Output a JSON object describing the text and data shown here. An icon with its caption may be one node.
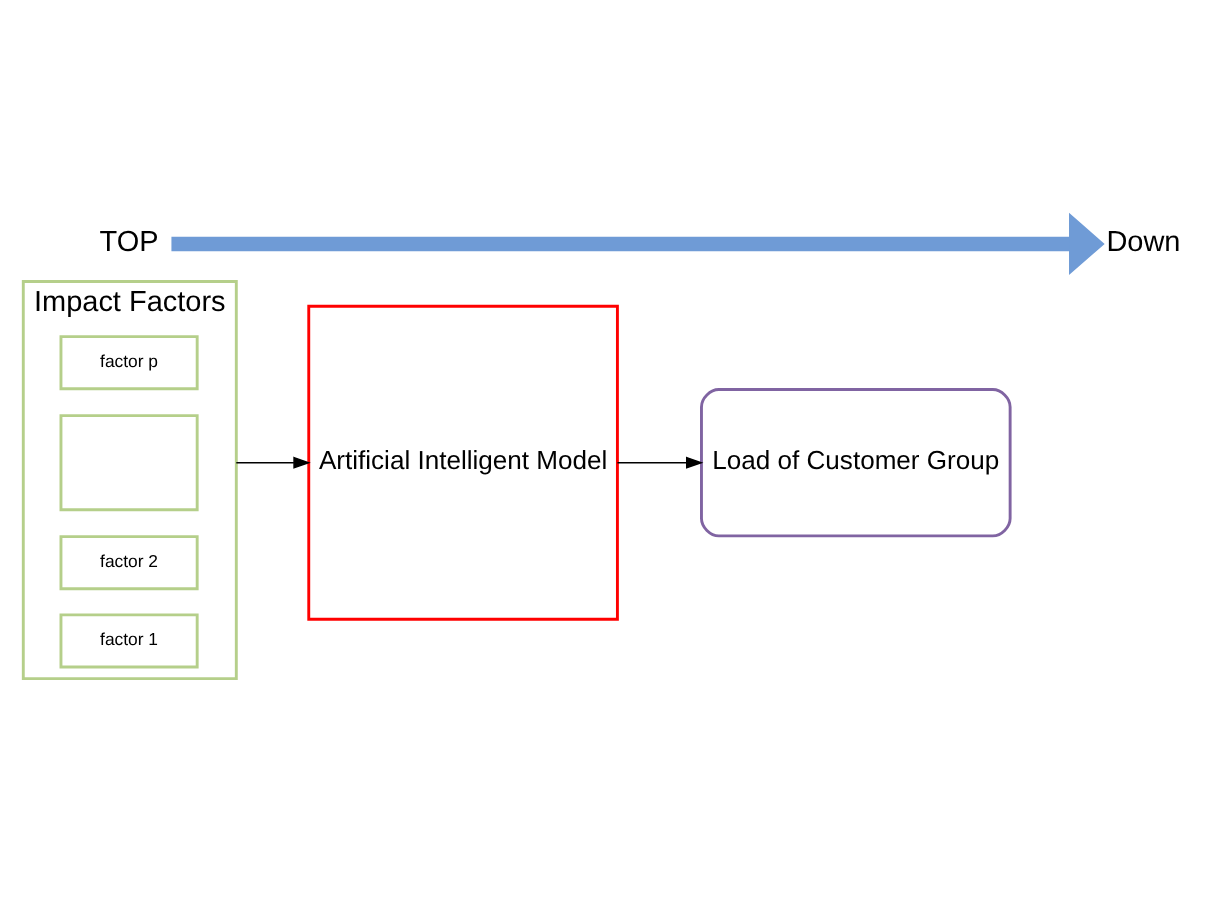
{
  "diagram": {
    "nodes": [
      {
        "text": [
          "TOP"
        ]
      },
      {
        "text": [
          "Down"
        ]
      },
      {
        "text": [
          "Impact Factors"
        ]
      },
      {
        "text": [
          "factor 1"
        ],
        "in": 2
      },
      {
        "text": [
          "factor 2"
        ],
        "in": 2
      },
      {
        "text": [],
        "shape": "box",
        "in": 2
      },
      {
        "text": [
          "factor p"
        ],
        "in": 2
      },
      {
        "text": [
          "Artificial Intelligent Model"
        ]
      },
      {
        "text": [
          "Load of Customer Group"
        ]
      }
    ],
    "edges": [
      {
        "from": 0,
        "to": 1,
        "arrow": "to",
        "style": "thick",
        "color": "#6f9bd6"
      },
      {
        "from": 2,
        "to": 7,
        "arrow": "to"
      },
      {
        "from": 7,
        "to": 8,
        "arrow": "to"
      }
    ]
  }
}
